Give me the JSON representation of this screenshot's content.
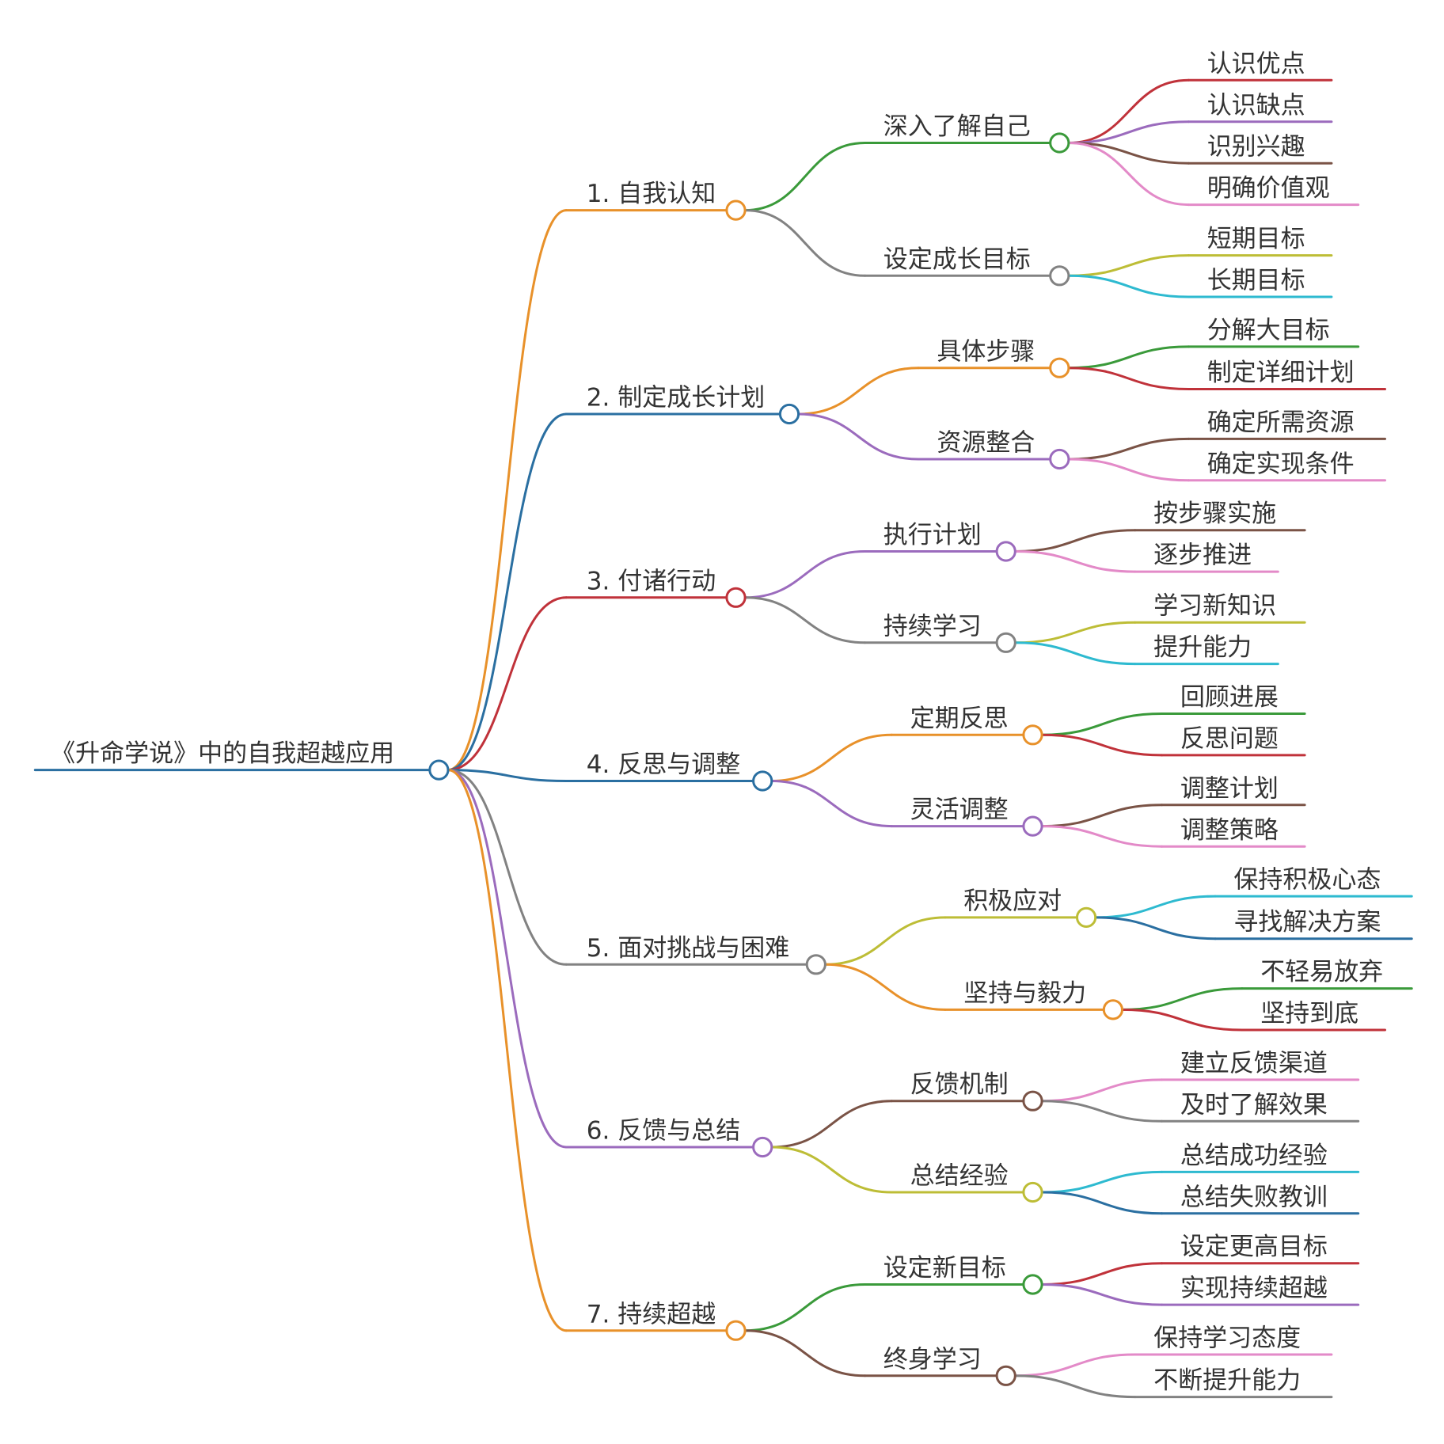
{
  "mindmap": {
    "root": {
      "label": "《升命学说》中的自我超越应用",
      "color": "#2a6fa1",
      "children": [
        {
          "label": "1. 自我认知",
          "color": "#e8912a",
          "children": [
            {
              "label": "深入了解自己",
              "color": "#3a9a3a",
              "children": [
                {
                  "label": "认识优点",
                  "color": "#c0323a"
                },
                {
                  "label": "认识缺点",
                  "color": "#9b6bbd"
                },
                {
                  "label": "识别兴趣",
                  "color": "#7a5346"
                },
                {
                  "label": "明确价值观",
                  "color": "#e38ac8"
                }
              ]
            },
            {
              "label": "设定成长目标",
              "color": "#828282",
              "children": [
                {
                  "label": "短期目标",
                  "color": "#bdbd36"
                },
                {
                  "label": "长期目标",
                  "color": "#2ebad0"
                }
              ]
            }
          ]
        },
        {
          "label": "2. 制定成长计划",
          "color": "#2a6fa1",
          "children": [
            {
              "label": "具体步骤",
              "color": "#e8912a",
              "children": [
                {
                  "label": "分解大目标",
                  "color": "#3a9a3a"
                },
                {
                  "label": "制定详细计划",
                  "color": "#c0323a"
                }
              ]
            },
            {
              "label": "资源整合",
              "color": "#9b6bbd",
              "children": [
                {
                  "label": "确定所需资源",
                  "color": "#7a5346"
                },
                {
                  "label": "确定实现条件",
                  "color": "#e38ac8"
                }
              ]
            }
          ]
        },
        {
          "label": "3. 付诸行动",
          "color": "#c0323a",
          "children": [
            {
              "label": "执行计划",
              "color": "#9b6bbd",
              "children": [
                {
                  "label": "按步骤实施",
                  "color": "#7a5346"
                },
                {
                  "label": "逐步推进",
                  "color": "#e38ac8"
                }
              ]
            },
            {
              "label": "持续学习",
              "color": "#828282",
              "children": [
                {
                  "label": "学习新知识",
                  "color": "#bdbd36"
                },
                {
                  "label": "提升能力",
                  "color": "#2ebad0"
                }
              ]
            }
          ]
        },
        {
          "label": "4. 反思与调整",
          "color": "#2a6fa1",
          "children": [
            {
              "label": "定期反思",
              "color": "#e8912a",
              "children": [
                {
                  "label": "回顾进展",
                  "color": "#3a9a3a"
                },
                {
                  "label": "反思问题",
                  "color": "#c0323a"
                }
              ]
            },
            {
              "label": "灵活调整",
              "color": "#9b6bbd",
              "children": [
                {
                  "label": "调整计划",
                  "color": "#7a5346"
                },
                {
                  "label": "调整策略",
                  "color": "#e38ac8"
                }
              ]
            }
          ]
        },
        {
          "label": "5. 面对挑战与困难",
          "color": "#828282",
          "children": [
            {
              "label": "积极应对",
              "color": "#bdbd36",
              "children": [
                {
                  "label": "保持积极心态",
                  "color": "#2ebad0"
                },
                {
                  "label": "寻找解决方案",
                  "color": "#2a6fa1"
                }
              ]
            },
            {
              "label": "坚持与毅力",
              "color": "#e8912a",
              "children": [
                {
                  "label": "不轻易放弃",
                  "color": "#3a9a3a"
                },
                {
                  "label": "坚持到底",
                  "color": "#c0323a"
                }
              ]
            }
          ]
        },
        {
          "label": "6. 反馈与总结",
          "color": "#9b6bbd",
          "children": [
            {
              "label": "反馈机制",
              "color": "#7a5346",
              "children": [
                {
                  "label": "建立反馈渠道",
                  "color": "#e38ac8"
                },
                {
                  "label": "及时了解效果",
                  "color": "#828282"
                }
              ]
            },
            {
              "label": "总结经验",
              "color": "#bdbd36",
              "children": [
                {
                  "label": "总结成功经验",
                  "color": "#2ebad0"
                },
                {
                  "label": "总结失败教训",
                  "color": "#2a6fa1"
                }
              ]
            }
          ]
        },
        {
          "label": "7. 持续超越",
          "color": "#e8912a",
          "children": [
            {
              "label": "设定新目标",
              "color": "#3a9a3a",
              "children": [
                {
                  "label": "设定更高目标",
                  "color": "#c0323a"
                },
                {
                  "label": "实现持续超越",
                  "color": "#9b6bbd"
                }
              ]
            },
            {
              "label": "终身学习",
              "color": "#7a5346",
              "children": [
                {
                  "label": "保持学习态度",
                  "color": "#e38ac8"
                },
                {
                  "label": "不断提升能力",
                  "color": "#828282"
                }
              ]
            }
          ]
        }
      ]
    }
  }
}
